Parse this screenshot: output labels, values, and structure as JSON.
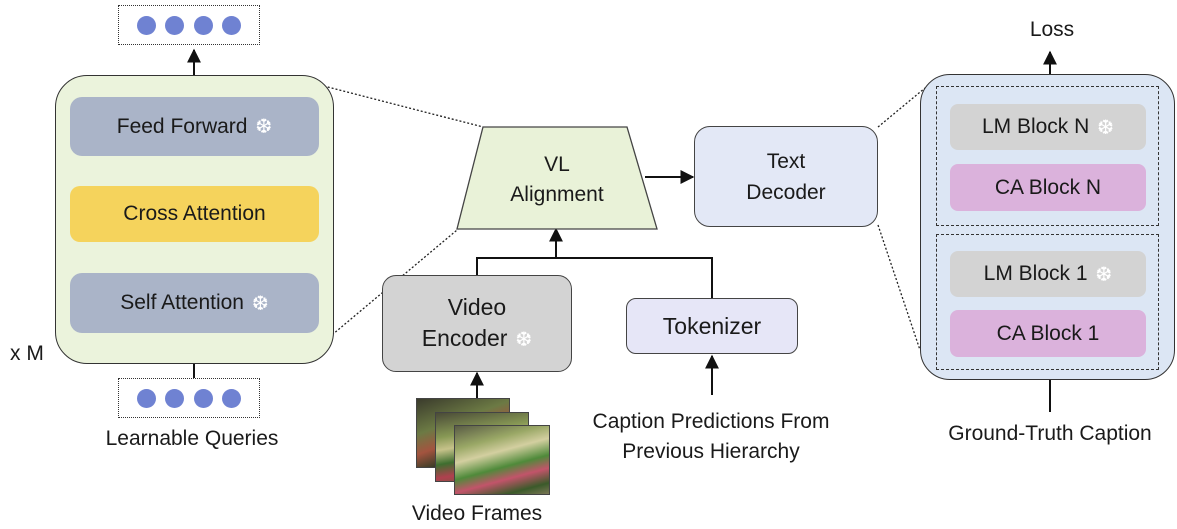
{
  "qformer": {
    "feed_forward": "Feed Forward",
    "cross_attention": "Cross Attention",
    "self_attention": "Self Attention",
    "repeat": "x M"
  },
  "learnable_queries": "Learnable Queries",
  "vl_alignment": [
    "VL",
    "Alignment"
  ],
  "text_decoder": [
    "Text",
    "Decoder"
  ],
  "video_encoder": [
    "Video",
    "Encoder"
  ],
  "tokenizer": "Tokenizer",
  "caption_predictions": [
    "Caption Predictions From",
    "Previous Hierarchy"
  ],
  "video_frames": "Video Frames",
  "decoder_blocks": {
    "lm_block_n": "LM Block N",
    "ca_block_n": "CA Block N",
    "lm_block_1": "LM Block 1",
    "ca_block_1": "CA Block 1"
  },
  "loss": "Loss",
  "ground_truth_caption": "Ground-Truth Caption",
  "frozen_icon": "snowflake-icon",
  "colors": {
    "qformer_bg": "#ebf3dc",
    "gray_block": "#aab4c8",
    "yellow_block": "#f5d35c",
    "query_dot": "#6f82d2",
    "vl_bg": "#e9f2d8",
    "text_decoder_bg": "#e3e8f6",
    "video_encoder_bg": "#d3d3d3",
    "tokenizer_bg": "#e6e6f7",
    "decoder_panel_bg": "#dce6f4",
    "lm_block": "#d3d3d3",
    "ca_block": "#dbb2dc"
  }
}
